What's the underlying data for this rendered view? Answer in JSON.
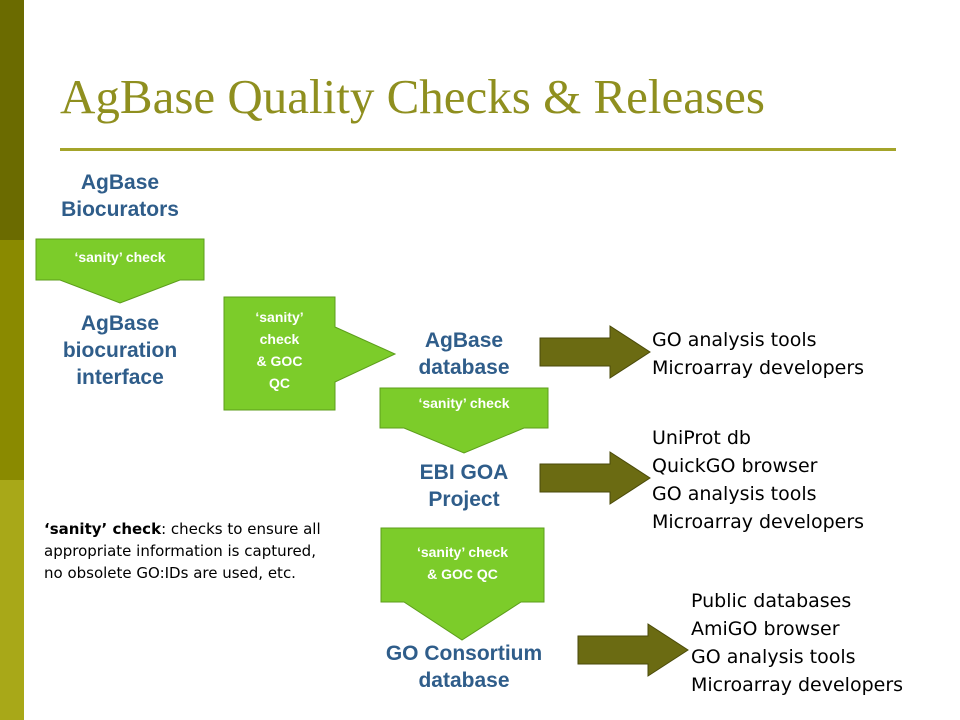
{
  "colors": {
    "title": "#8f8f1f",
    "rule": "#a4a42a",
    "node_text": "#2f5d8a",
    "green_fill": "#7ccc2a",
    "green_stroke": "#5c9e1b",
    "olive_arrow": "#6b6b12",
    "olive_stroke": "#4a4a0a",
    "sidebar": [
      "#6b6b00",
      "#8a8a00",
      "#a8a818",
      "#8a8a00"
    ]
  },
  "title": "AgBase Quality Checks & Releases",
  "nodes": {
    "biocurators": [
      "AgBase",
      "Biocurators"
    ],
    "interface": [
      "AgBase",
      "biocuration",
      "interface"
    ],
    "database": [
      "AgBase",
      "database"
    ],
    "ebi": [
      "EBI GOA",
      "Project"
    ],
    "go_consortium": [
      "GO Consortium",
      "database"
    ]
  },
  "checks": {
    "top": "‘sanity’ check",
    "middle": [
      "‘sanity’",
      "check",
      "& GOC",
      "QC"
    ],
    "ebi": "‘sanity’ check",
    "goc": [
      "‘sanity’ check",
      "& GOC QC"
    ]
  },
  "outputs": {
    "database": [
      "GO analysis tools",
      "Microarray developers"
    ],
    "ebi": [
      "UniProt db",
      "QuickGO browser",
      "GO analysis tools",
      "Microarray developers"
    ],
    "go_consortium": [
      "Public databases",
      "AmiGO browser",
      "GO analysis tools",
      "Microarray developers"
    ]
  },
  "note": {
    "term": "‘sanity’ check",
    "text": ": checks to ensure all appropriate information is captured, no obsolete GO:IDs are used, etc."
  }
}
